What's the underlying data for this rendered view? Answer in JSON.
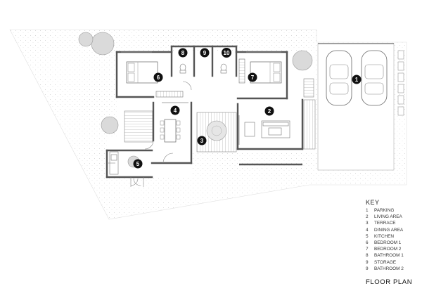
{
  "title": "FLOOR PLAN",
  "key": {
    "heading": "KEY",
    "items": [
      {
        "num": "1",
        "label": "PARKING"
      },
      {
        "num": "2",
        "label": "LIVING AREA"
      },
      {
        "num": "3",
        "label": "TERRACE"
      },
      {
        "num": "4",
        "label": "DINING AREA"
      },
      {
        "num": "5",
        "label": "KITCHEN"
      },
      {
        "num": "6",
        "label": "BEDROOM 1"
      },
      {
        "num": "7",
        "label": "BEDROOM 2"
      },
      {
        "num": "8",
        "label": "BATHROOM 1"
      },
      {
        "num": "9",
        "label": "STORAGE"
      },
      {
        "num": "9",
        "label": "BATHROOM 2"
      }
    ]
  },
  "room_markers": [
    "1",
    "2",
    "3",
    "4",
    "5",
    "6",
    "7",
    "8",
    "9",
    "10"
  ],
  "colors": {
    "wall": "#555555",
    "hatch": "#cfcfcf",
    "marker_fill": "#111111",
    "marker_text": "#ffffff",
    "line": "#777777"
  }
}
